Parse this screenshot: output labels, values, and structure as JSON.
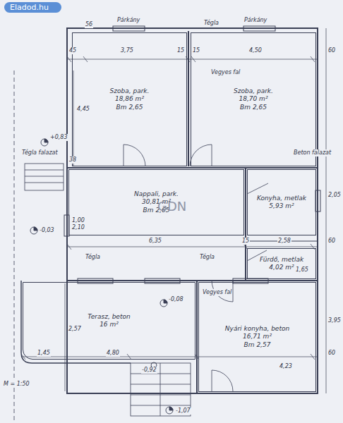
{
  "diagram": {
    "nodes": [
      {
        "text": [
          "Szoba, park.",
          "18,86 m²",
          "Bm 2,65"
        ]
      },
      {
        "text": [
          "Szoba, park.",
          "18,70 m²",
          "Bm 2,65"
        ]
      },
      {
        "text": [
          "Nappali, park.",
          "30,81 m²",
          "Bm 2,65"
        ]
      },
      {
        "text": [
          "Konyha, metlak",
          "5,93 m²"
        ]
      },
      {
        "text": [
          "Fürdő, metlak",
          "4,02 m²"
        ]
      },
      {
        "text": [
          "Terasz, beton",
          "16 m²"
        ]
      },
      {
        "text": [
          "Nyári konyha, beton",
          "16,71 m²",
          "Bm 2,57"
        ]
      }
    ],
    "labels": [
      "Eladod.hu",
      "Tégla",
      "Párkány",
      "Párkány",
      "56",
      "45",
      "3,75",
      "15",
      "15",
      "4,50",
      "60",
      "4,45",
      "Vegyes fal",
      "Tégla falazat",
      "Beton falazat",
      "+0,83",
      "38",
      "2,05",
      "1,00",
      "2,10",
      "-0,03",
      "6,35",
      "15",
      "2,58",
      "60",
      "Tégla",
      "Tégla",
      "1,65",
      "2,57",
      "-0,08",
      "Vegyes fal",
      "3,95",
      "1,45",
      "4,80",
      "4,23",
      "60",
      "-0,92",
      "-1,07",
      "M = 1:50",
      "GDN"
    ]
  }
}
